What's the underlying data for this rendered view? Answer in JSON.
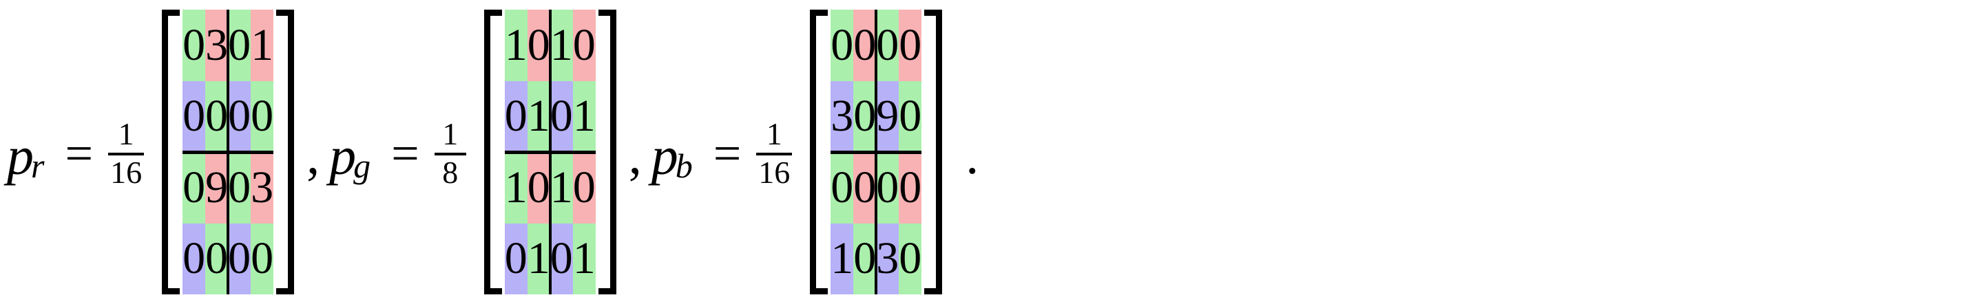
{
  "equation": {
    "terms": [
      {
        "var": "p",
        "subscript": "r",
        "equals": "=",
        "scalar_numerator": "1",
        "scalar_denominator": "16",
        "matrix": {
          "rows": 4,
          "cols": 4,
          "values": [
            [
              "0",
              "3",
              "0",
              "1"
            ],
            [
              "0",
              "0",
              "0",
              "0"
            ],
            [
              "0",
              "9",
              "0",
              "3"
            ],
            [
              "0",
              "0",
              "0",
              "0"
            ]
          ],
          "cell_colors": [
            [
              "#aaf0ac",
              "#f9b2b4",
              "#aaf0ac",
              "#f9b2b4"
            ],
            [
              "#b7b1f7",
              "#aaf0ac",
              "#b7b1f7",
              "#aaf0ac"
            ],
            [
              "#aaf0ac",
              "#f9b2b4",
              "#aaf0ac",
              "#f9b2b4"
            ],
            [
              "#b7b1f7",
              "#aaf0ac",
              "#b7b1f7",
              "#aaf0ac"
            ]
          ]
        },
        "trailing_punct": ","
      },
      {
        "var": "p",
        "subscript": "g",
        "equals": "=",
        "scalar_numerator": "1",
        "scalar_denominator": "8",
        "matrix": {
          "rows": 4,
          "cols": 4,
          "values": [
            [
              "1",
              "0",
              "1",
              "0"
            ],
            [
              "0",
              "1",
              "0",
              "1"
            ],
            [
              "1",
              "0",
              "1",
              "0"
            ],
            [
              "0",
              "1",
              "0",
              "1"
            ]
          ],
          "cell_colors": [
            [
              "#aaf0ac",
              "#f9b2b4",
              "#aaf0ac",
              "#f9b2b4"
            ],
            [
              "#b7b1f7",
              "#aaf0ac",
              "#b7b1f7",
              "#aaf0ac"
            ],
            [
              "#aaf0ac",
              "#f9b2b4",
              "#aaf0ac",
              "#f9b2b4"
            ],
            [
              "#b7b1f7",
              "#aaf0ac",
              "#b7b1f7",
              "#aaf0ac"
            ]
          ]
        },
        "trailing_punct": ","
      },
      {
        "var": "p",
        "subscript": "b",
        "equals": "=",
        "scalar_numerator": "1",
        "scalar_denominator": "16",
        "matrix": {
          "rows": 4,
          "cols": 4,
          "values": [
            [
              "0",
              "0",
              "0",
              "0"
            ],
            [
              "3",
              "0",
              "9",
              "0"
            ],
            [
              "0",
              "0",
              "0",
              "0"
            ],
            [
              "1",
              "0",
              "3",
              "0"
            ]
          ],
          "cell_colors": [
            [
              "#aaf0ac",
              "#f9b2b4",
              "#aaf0ac",
              "#f9b2b4"
            ],
            [
              "#b7b1f7",
              "#aaf0ac",
              "#b7b1f7",
              "#aaf0ac"
            ],
            [
              "#aaf0ac",
              "#f9b2b4",
              "#aaf0ac",
              "#f9b2b4"
            ],
            [
              "#b7b1f7",
              "#aaf0ac",
              "#b7b1f7",
              "#aaf0ac"
            ]
          ]
        },
        "trailing_punct": "."
      }
    ],
    "palette": {
      "green": "#aaf0ac",
      "red": "#f9b2b4",
      "blue": "#b7b1f7",
      "rule": "#000000",
      "background": "#ffffff"
    }
  }
}
